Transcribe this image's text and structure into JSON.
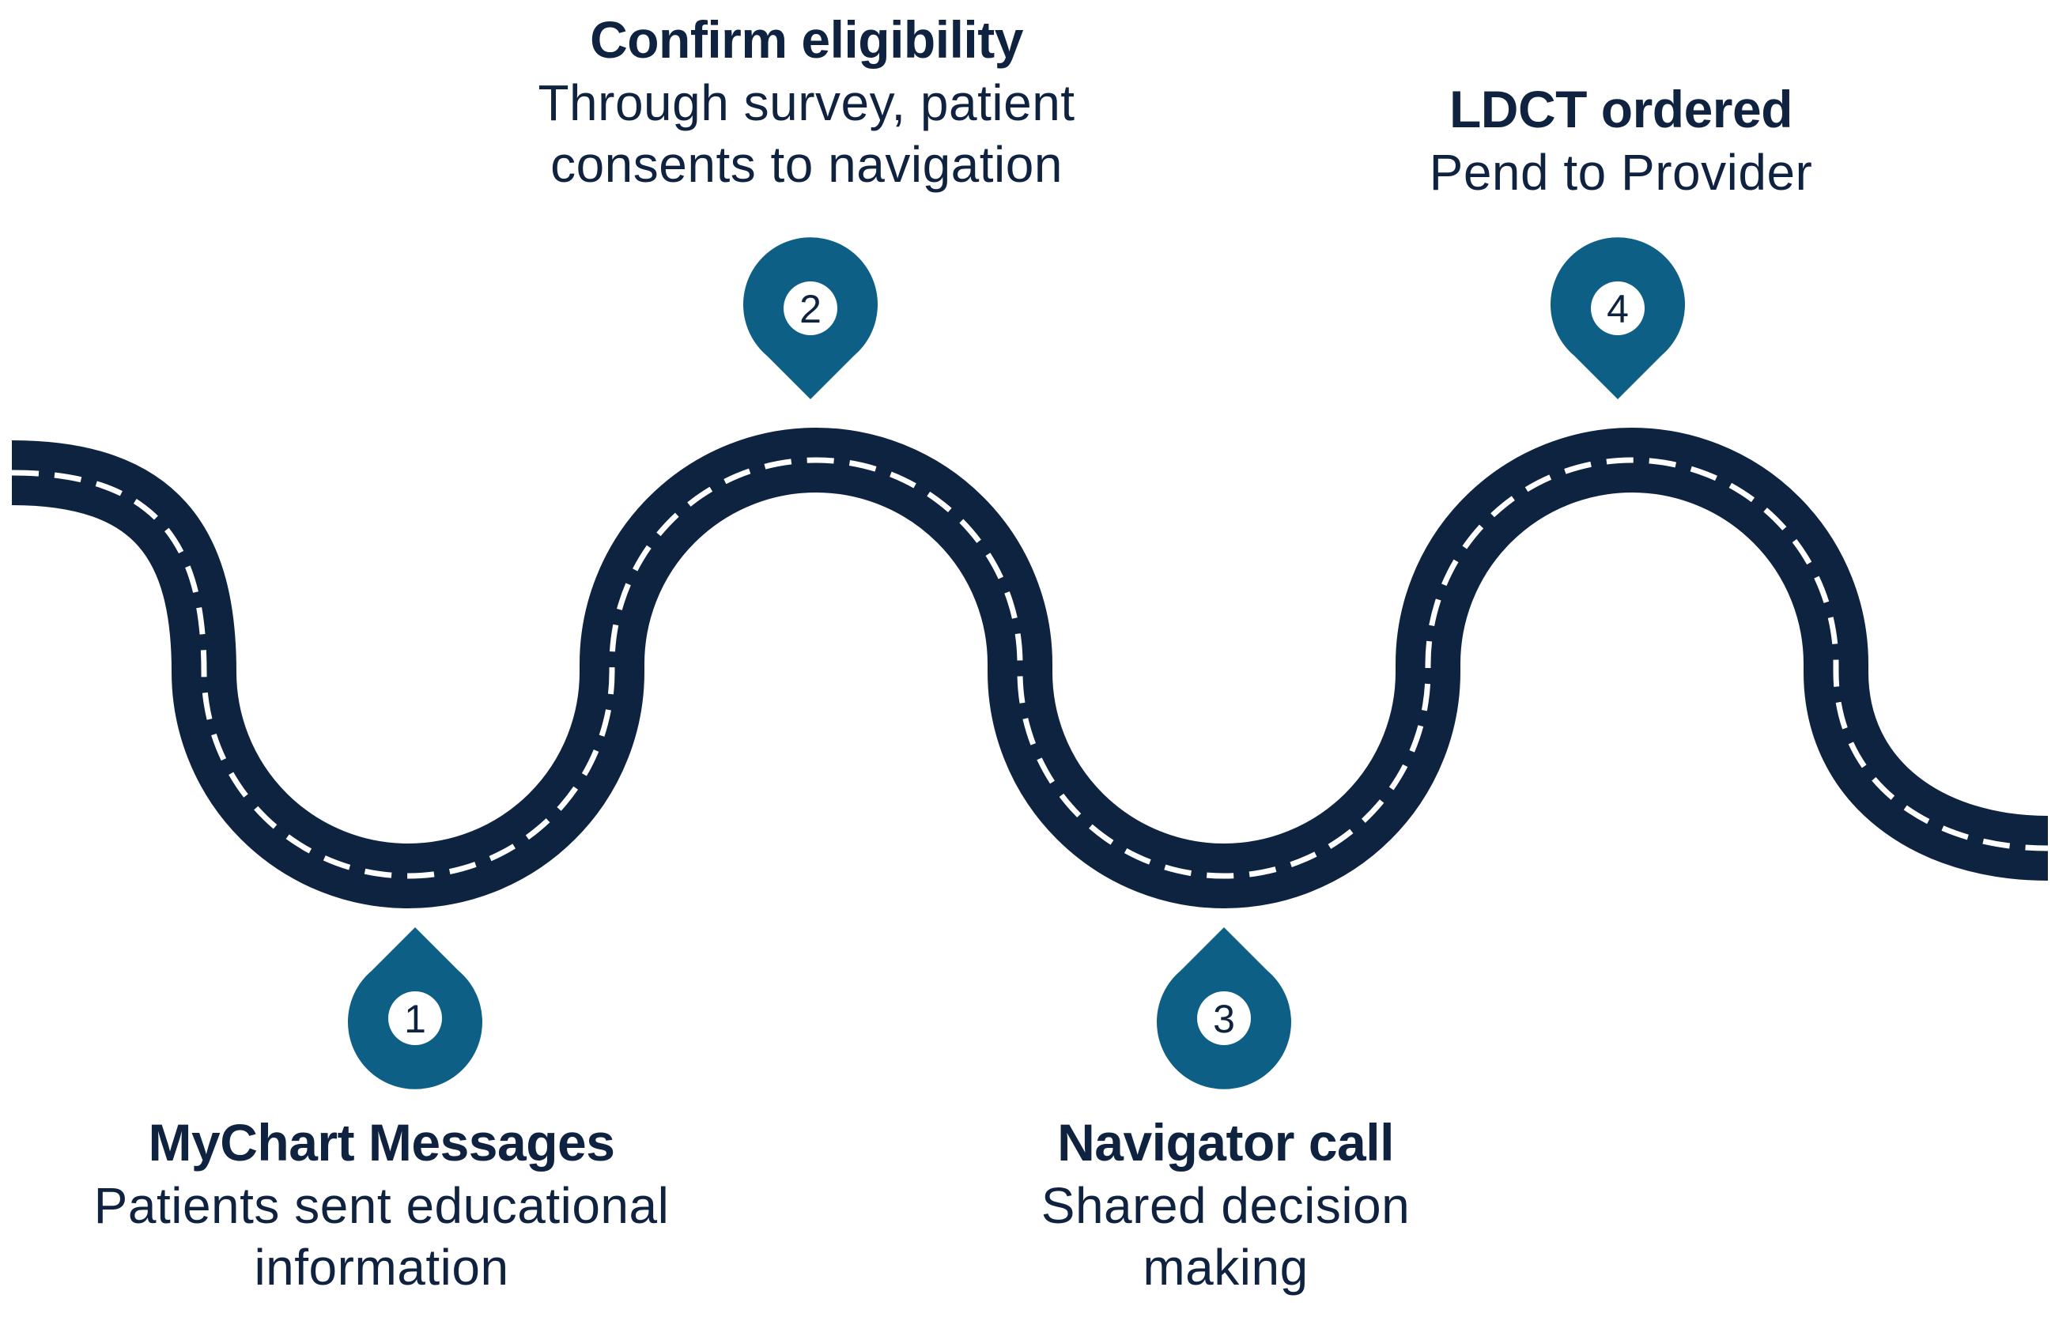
{
  "colors": {
    "road": "#0e2340",
    "road_dash": "#ffffff",
    "marker": "#0d5f86",
    "marker_circle": "#ffffff",
    "text": "#0f2340"
  },
  "steps": [
    {
      "number": "1",
      "title": "MyChart Messages",
      "description_lines": [
        "Patients sent educational",
        "information"
      ]
    },
    {
      "number": "2",
      "title": "Confirm eligibility",
      "description_lines": [
        "Through survey, patient",
        "consents to navigation"
      ]
    },
    {
      "number": "3",
      "title": "Navigator call",
      "description_lines": [
        "Shared decision",
        "making"
      ]
    },
    {
      "number": "4",
      "title": "LDCT ordered",
      "description_lines": [
        "Pend to Provider"
      ]
    }
  ]
}
